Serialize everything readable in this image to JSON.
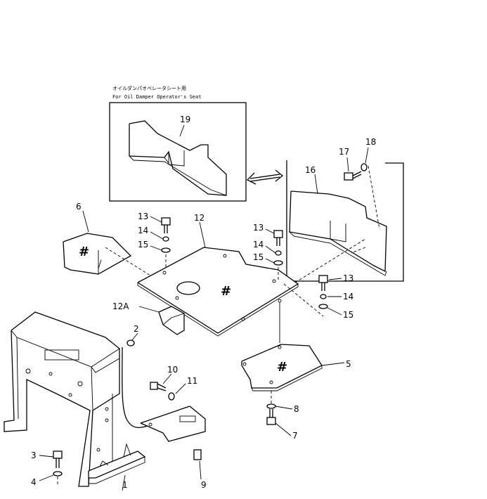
{
  "inset": {
    "note_jp": "オイルダンパオペレータシート用",
    "note_en": "For Oil Damper Operator's Seat"
  },
  "hash_mark": "#",
  "callouts": {
    "p1": "1",
    "p2": "2",
    "p3": "3",
    "p4": "4",
    "p5": "5",
    "p6": "6",
    "p7": "7",
    "p8": "8",
    "p9": "9",
    "p10": "10",
    "p11": "11",
    "p12": "12",
    "p12a": "12A",
    "p13a": "13",
    "p13b": "13",
    "p13c": "13",
    "p14a": "14",
    "p14b": "14",
    "p14c": "14",
    "p15a": "15",
    "p15b": "15",
    "p15c": "15",
    "p16": "16",
    "p17": "17",
    "p18": "18",
    "p19": "19"
  }
}
